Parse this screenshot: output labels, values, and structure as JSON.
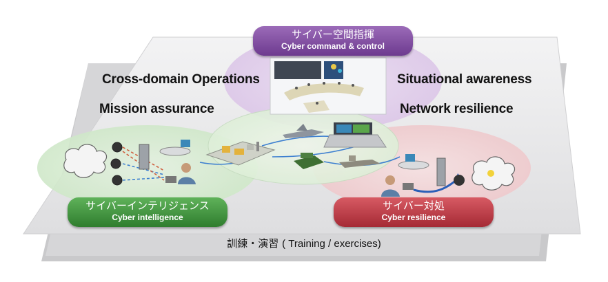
{
  "colors": {
    "purple": "#7e4aa0",
    "green": "#3f9a3e",
    "red": "#bf3a44",
    "platform": "#e9e9ea",
    "platform_shadow": "#bdbdbf"
  },
  "command": {
    "jp": "サイバー空間指揮",
    "en": "Cyber command & control"
  },
  "intelligence": {
    "jp": "サイバーインテリジェンス",
    "en": "Cyber intelligence"
  },
  "resilience": {
    "jp": "サイバー対処",
    "en": "Cyber resilience"
  },
  "keywords": {
    "cross_domain": "Cross-domain Operations",
    "mission": "Mission assurance",
    "situational": "Situational awareness",
    "network": "Network resilience"
  },
  "training": {
    "jp": "訓練・演習",
    "en": "( Training / exercises)"
  }
}
